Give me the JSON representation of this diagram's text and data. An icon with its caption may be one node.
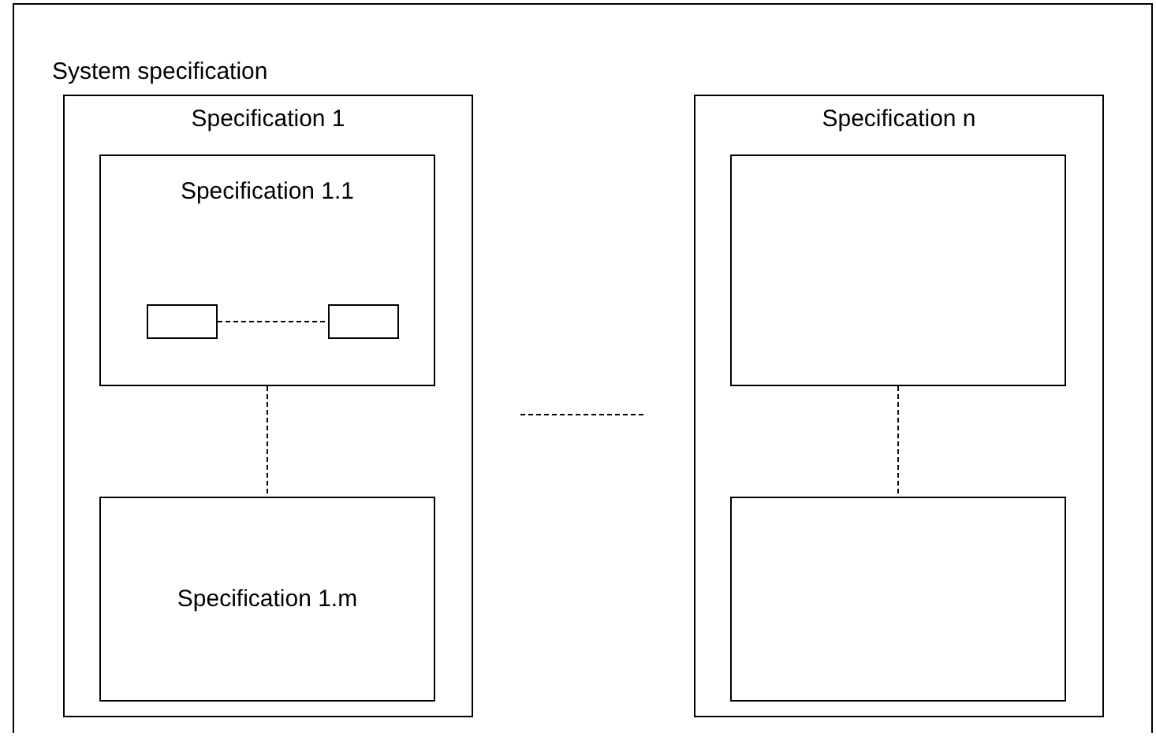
{
  "diagram": {
    "nodes": [
      {
        "text": [
          "System specification"
        ]
      },
      {
        "text": [
          "Specification 1"
        ],
        "in": 0
      },
      {
        "text": [
          "Specification 1.1"
        ],
        "in": 1
      },
      {
        "text": [],
        "shape": "box",
        "in": 2
      },
      {
        "text": [],
        "shape": "box",
        "in": 2
      },
      {
        "text": [
          "Specification 1.m"
        ],
        "in": 1
      },
      {
        "text": [
          "Specification n"
        ],
        "in": 0
      },
      {
        "text": [],
        "shape": "box",
        "in": 6
      },
      {
        "text": [],
        "shape": "box",
        "in": 6
      }
    ],
    "edges": [
      {
        "from": 3,
        "to": 4,
        "arrow": "none",
        "style": "dashed"
      },
      {
        "from": 2,
        "to": 5,
        "arrow": "none",
        "style": "dashed"
      },
      {
        "from": 1,
        "to": 6,
        "arrow": "none",
        "style": "dashed"
      },
      {
        "from": 7,
        "to": 8,
        "arrow": "none",
        "style": "dashed"
      }
    ]
  }
}
